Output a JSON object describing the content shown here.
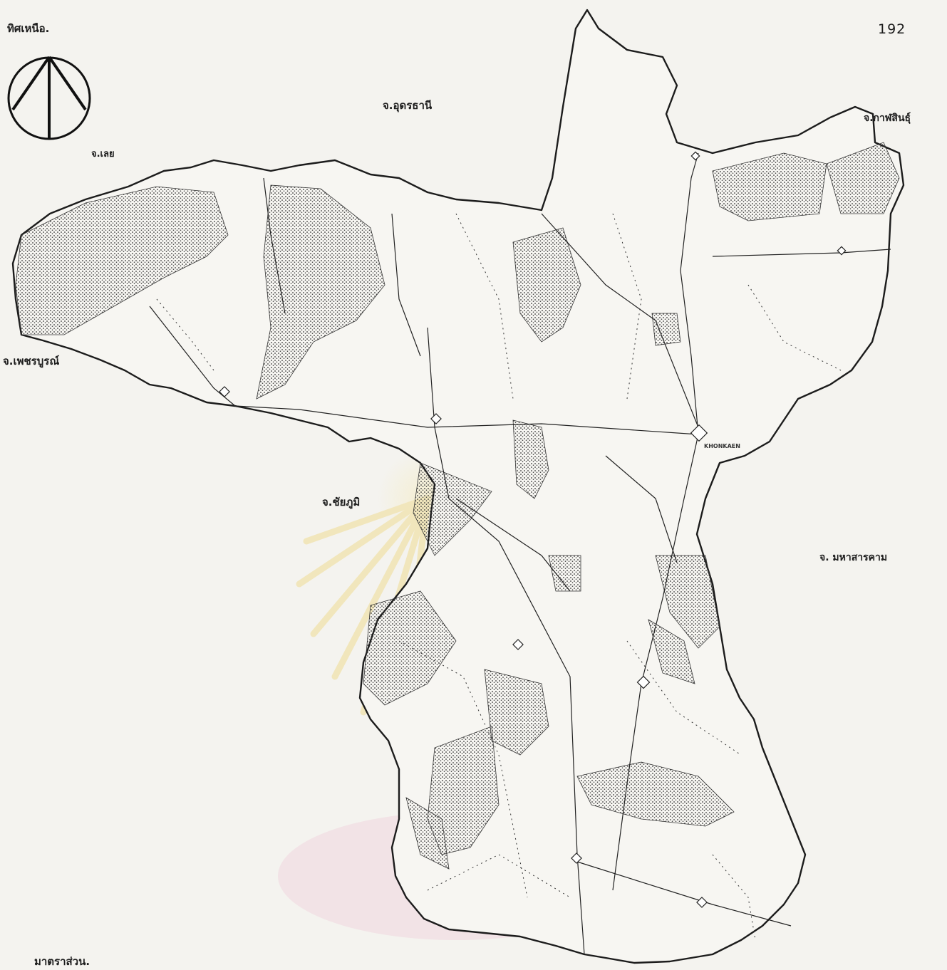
{
  "page_number": "192",
  "north_label": "ทิศเหนือ.",
  "scale_label": "มาตราส่วน.",
  "provinces": {
    "udon": "จ.อุดรธานี",
    "loei": "จ.เลย",
    "kalasin": "จ.กาฬสินธุ์",
    "phetchabun": "จ.เพชรบูรณ์",
    "chaiyaphum": "จ.ชัยภูมิ",
    "mahasarakham": "จ. มหาสารคาม"
  },
  "towns": {
    "khonkaen": "KHONKAEN"
  },
  "colors": {
    "ink": "#1c1c1c",
    "paper": "#f4f3ef",
    "watermark_yellow": "#f2e3a0",
    "watermark_pink": "#f0d6de"
  },
  "icons": {
    "north_arrow": "north-arrow-icon",
    "town_marker": "town-marker-icon"
  }
}
